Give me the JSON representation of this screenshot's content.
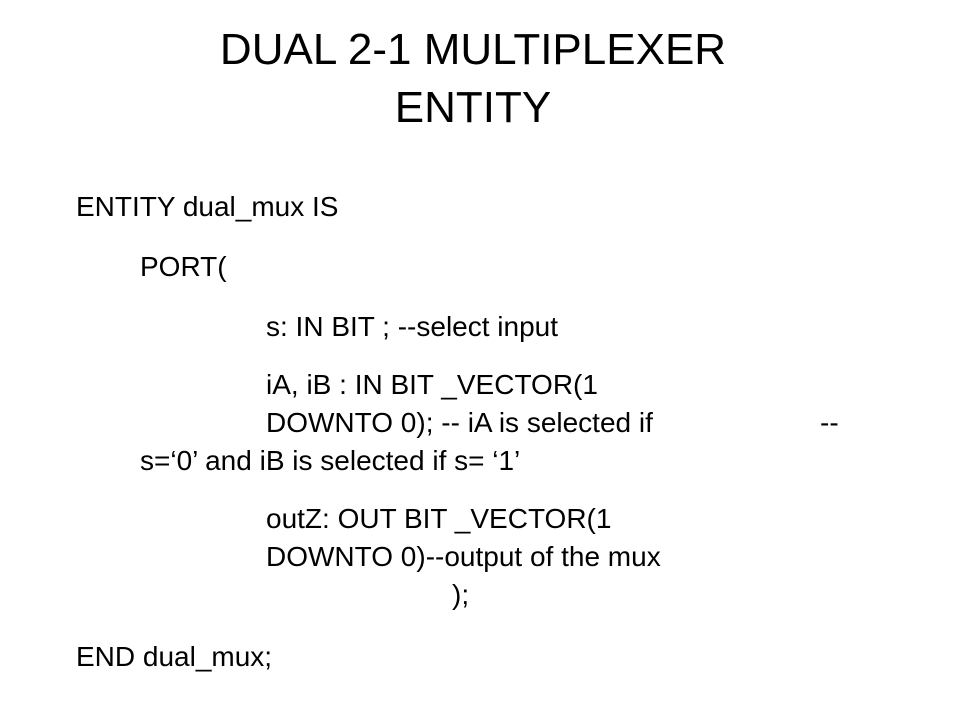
{
  "slide": {
    "title_line1": "DUAL 2-1 MULTIPLEXER",
    "title_line2": "ENTITY",
    "code": {
      "entity_line": "ENTITY dual_mux IS",
      "port_line": "PORT(",
      "s_line": "s: IN BIT ; --select input",
      "ia_line1": "iA, iB : IN BIT _VECTOR(1",
      "ia_line2": "DOWNTO 0); -- iA is selected if",
      "ia_line2_tail": "--",
      "ia_line3": "s=‘0’ and iB is selected if s= ‘1’",
      "out_line1": "outZ: OUT BIT _VECTOR(1",
      "out_line2": "DOWNTO 0)--output of the mux",
      "close_line": ");",
      "end_line": "END dual_mux;"
    }
  }
}
